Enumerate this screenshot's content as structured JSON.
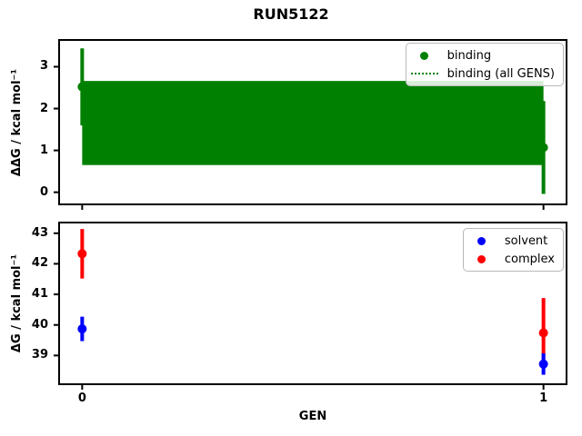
{
  "figure_title": "RUN5122",
  "chart_data": [
    {
      "type": "scatter",
      "panel": "ddg",
      "title": "",
      "xlabel": "",
      "ylabel": "ΔΔG / kcal mol⁻¹",
      "xlim": [
        -0.05,
        1.05
      ],
      "ylim": [
        -0.29,
        3.64
      ],
      "yticks": [
        0,
        1,
        2,
        3
      ],
      "xticks": [
        0,
        1
      ],
      "xtick_labels_visible": false,
      "grid": false,
      "legend_position": "upper right",
      "series": [
        {
          "name": "binding",
          "color": "#008000",
          "marker": "circle",
          "x": [
            0,
            1
          ],
          "y": [
            2.52,
            1.07
          ],
          "yerr": [
            0.92,
            1.11
          ]
        }
      ],
      "overall": {
        "label": "binding (all GENS)",
        "color": "#008000",
        "line_style": "dotted",
        "value": 1.66,
        "band_low": 0.65,
        "band_high": 2.66,
        "band_x": [
          0,
          1
        ]
      },
      "legend": [
        {
          "label": "binding",
          "marker": "dot",
          "color": "#008000"
        },
        {
          "label": "binding (all GENS)",
          "marker": "dotted-line",
          "color": "#008000"
        }
      ]
    },
    {
      "type": "scatter",
      "panel": "dg",
      "title": "",
      "xlabel": "GEN",
      "ylabel": "ΔG / kcal mol⁻¹",
      "xlim": [
        -0.05,
        1.05
      ],
      "ylim": [
        38.06,
        43.35
      ],
      "yticks": [
        39,
        40,
        41,
        42,
        43
      ],
      "xticks": [
        0,
        1
      ],
      "xtick_labels_visible": true,
      "grid": false,
      "legend_position": "upper right",
      "series": [
        {
          "name": "solvent",
          "color": "#0000ff",
          "marker": "circle",
          "x": [
            0,
            1
          ],
          "y": [
            39.87,
            38.72
          ],
          "yerr": [
            0.4,
            0.35
          ]
        },
        {
          "name": "complex",
          "color": "#ff0000",
          "marker": "circle",
          "x": [
            0,
            1
          ],
          "y": [
            42.33,
            39.74
          ],
          "yerr": [
            0.81,
            1.14
          ]
        }
      ],
      "legend": [
        {
          "label": "solvent",
          "marker": "dot",
          "color": "#0000ff"
        },
        {
          "label": "complex",
          "marker": "dot",
          "color": "#ff0000"
        }
      ]
    }
  ],
  "colors": {
    "binding": "#008000",
    "solvent": "#0000ff",
    "complex": "#ff0000",
    "spine": "#000000",
    "background": "#ffffff"
  }
}
